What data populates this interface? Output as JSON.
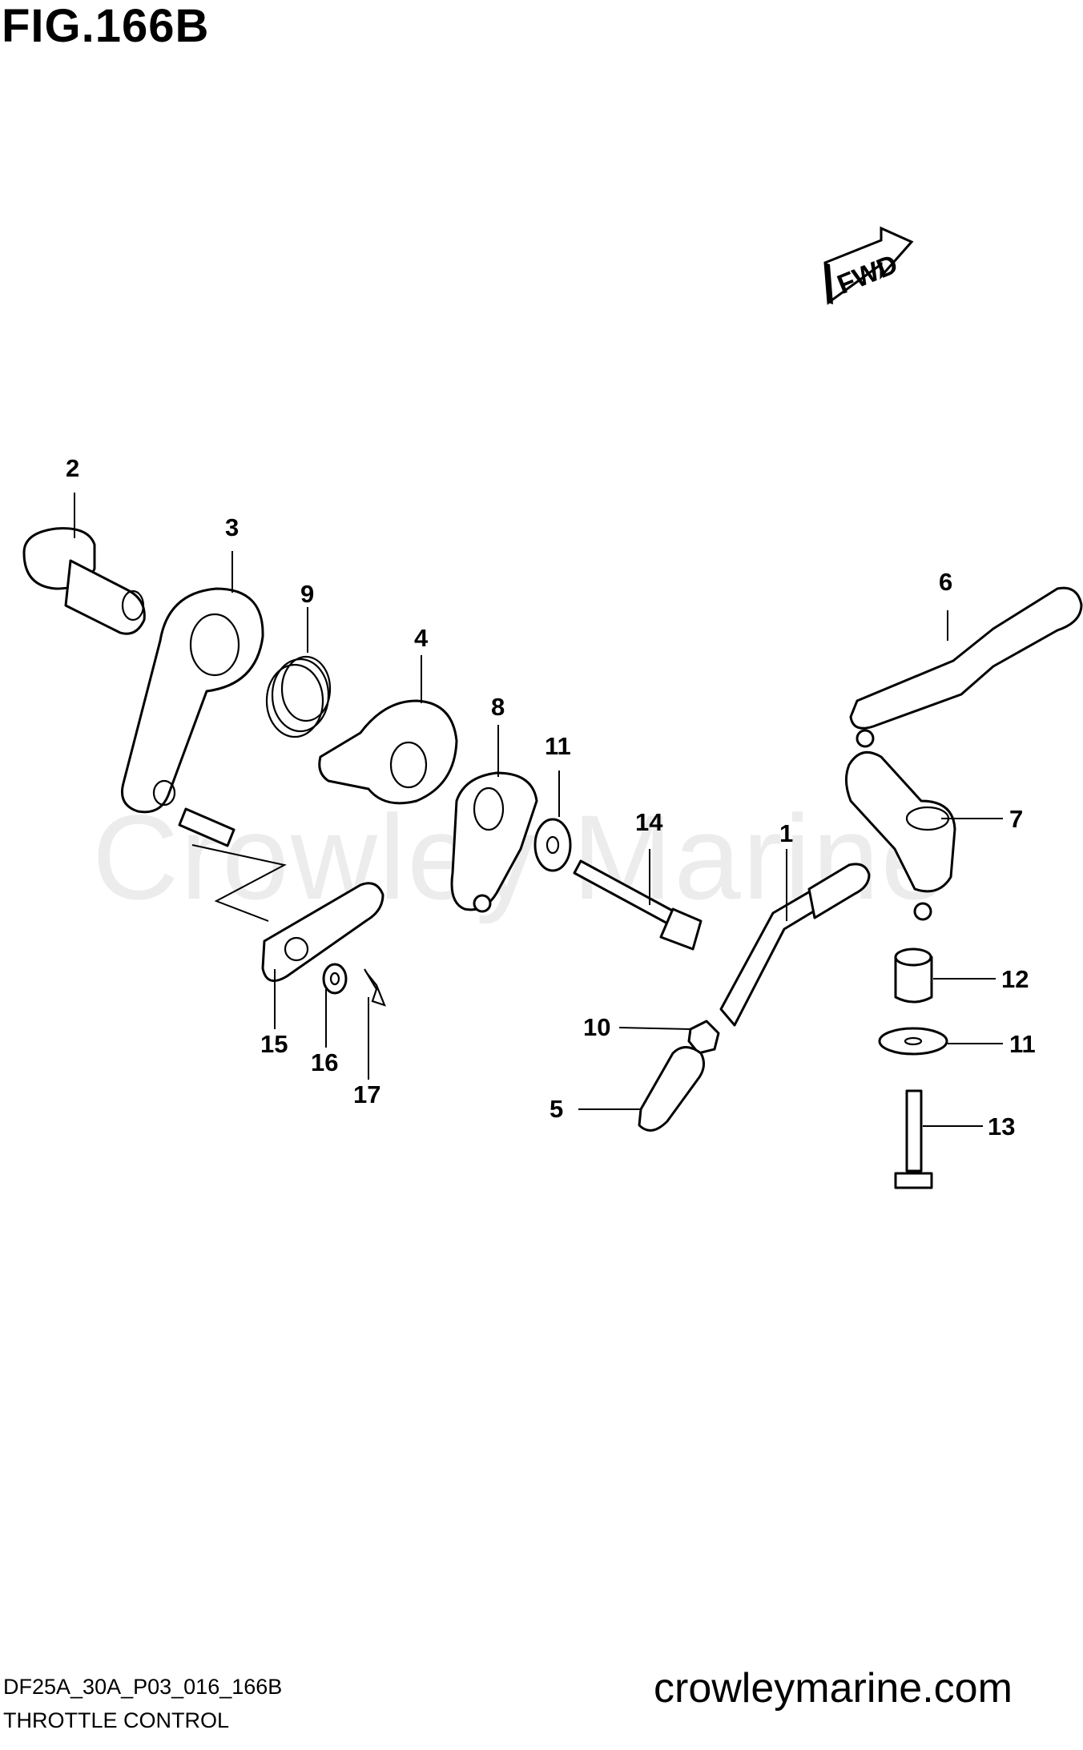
{
  "figure": {
    "title": "FIG.166B"
  },
  "fwd_badge": {
    "label": "FWD"
  },
  "watermark": "Crowley Marine",
  "callouts": [
    {
      "id": "2",
      "label": "2"
    },
    {
      "id": "3",
      "label": "3"
    },
    {
      "id": "9",
      "label": "9"
    },
    {
      "id": "4",
      "label": "4"
    },
    {
      "id": "8",
      "label": "8"
    },
    {
      "id": "11a",
      "label": "11"
    },
    {
      "id": "14",
      "label": "14"
    },
    {
      "id": "1",
      "label": "1"
    },
    {
      "id": "6",
      "label": "6"
    },
    {
      "id": "7",
      "label": "7"
    },
    {
      "id": "12",
      "label": "12"
    },
    {
      "id": "11b",
      "label": "11"
    },
    {
      "id": "13",
      "label": "13"
    },
    {
      "id": "10",
      "label": "10"
    },
    {
      "id": "5",
      "label": "5"
    },
    {
      "id": "15",
      "label": "15"
    },
    {
      "id": "16",
      "label": "16"
    },
    {
      "id": "17",
      "label": "17"
    }
  ],
  "footer": {
    "website": "crowleymarine.com",
    "drawing_code": "DF25A_30A_P03_016_166B",
    "drawing_name": "THROTTLE CONTROL"
  }
}
